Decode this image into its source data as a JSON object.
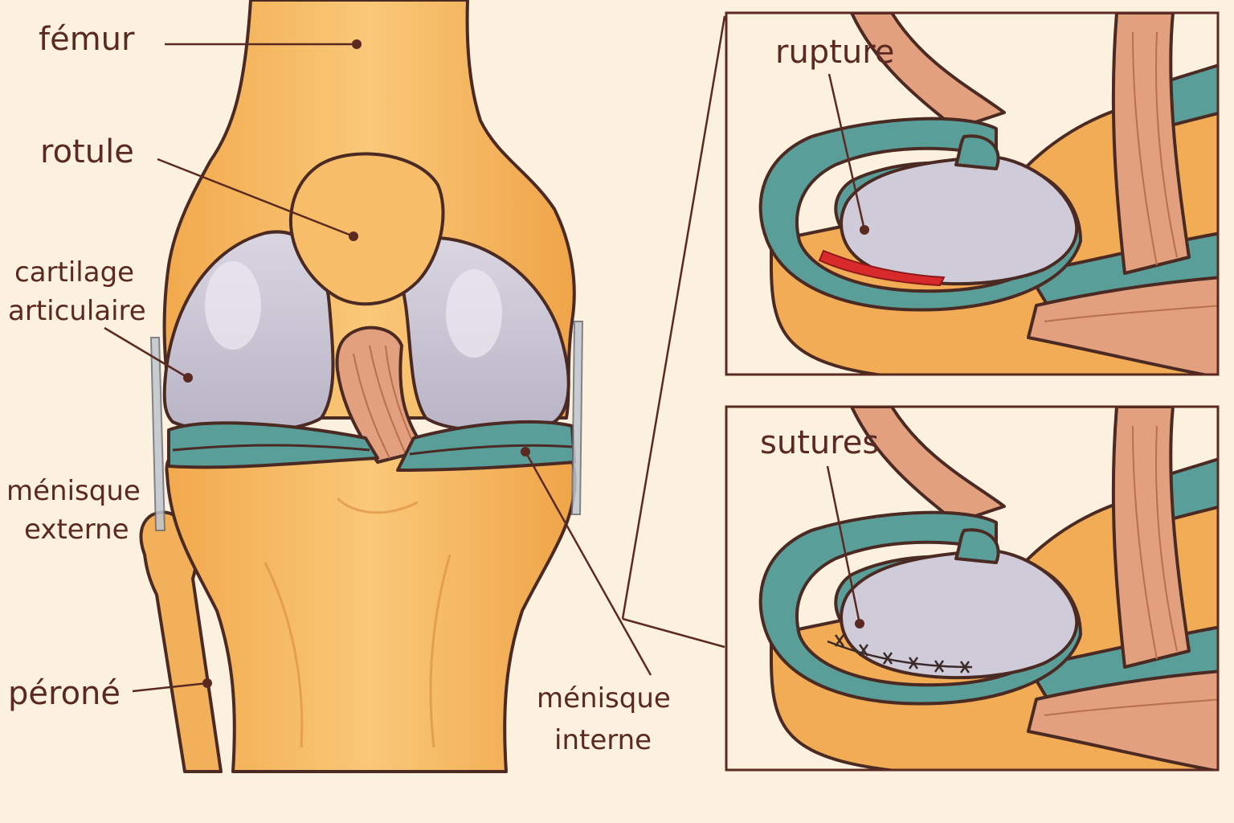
{
  "labels": {
    "femur": "fémur",
    "rotule": "rotule",
    "cartilage_line1": "cartilage",
    "cartilage_line2": "articulaire",
    "menisque_externe_line1": "ménisque",
    "menisque_externe_line2": "externe",
    "perone": "péroné",
    "menisque_interne_line1": "ménisque",
    "menisque_interne_line2": "interne",
    "rupture": "rupture",
    "sutures": "sutures"
  },
  "colors": {
    "background": "#fcf1de",
    "bone": "#f6b85f",
    "bone_light": "#f9cd80",
    "cartilage": "#c9c5d3",
    "meniscus": "#5a9e9a",
    "ligament": "#e3a07f",
    "tear": "#d82a2a",
    "outline": "#4a2a22",
    "label_text": "#5a2a22"
  }
}
